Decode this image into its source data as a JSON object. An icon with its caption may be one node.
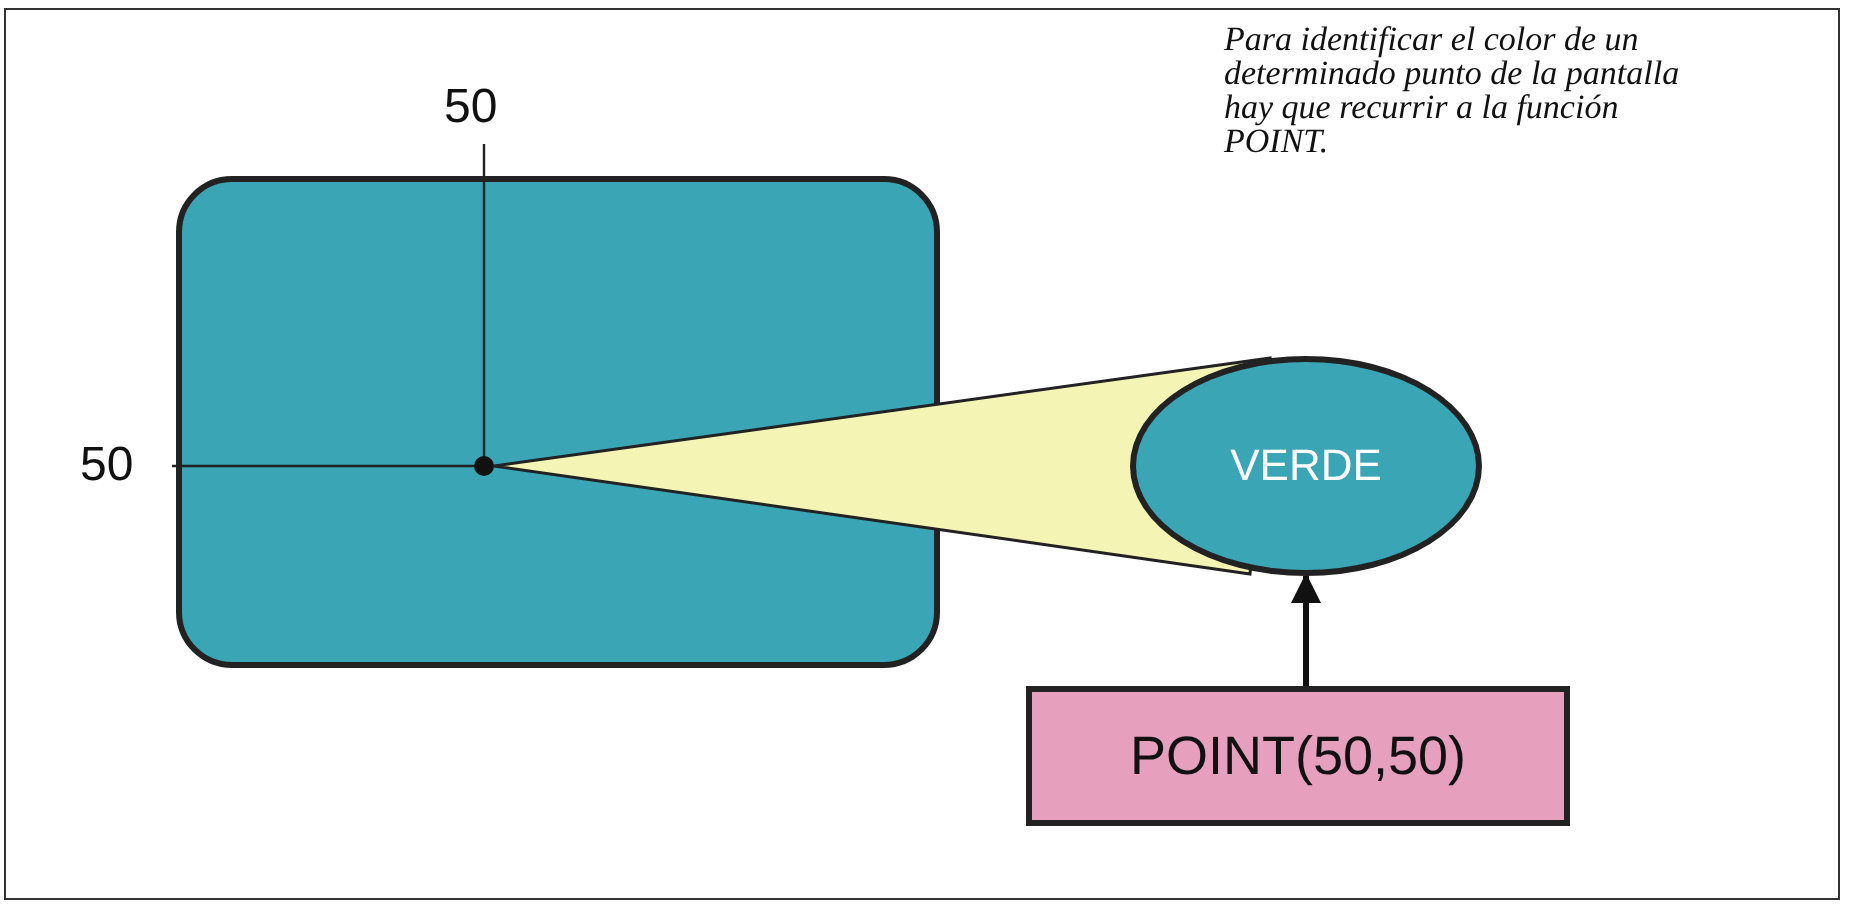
{
  "diagram": {
    "nodes": [
      {
        "text": [],
        "shape": "box"
      },
      {
        "text": [],
        "shape": "circle",
        "in": 0
      },
      {
        "text": [
          "VERDE"
        ]
      },
      {
        "text": [
          "POINT(50,50)"
        ]
      }
    ],
    "edges": [
      {
        "from": 1,
        "to": 2,
        "arrow": "none"
      },
      {
        "from": 3,
        "to": 2,
        "arrow": "to"
      }
    ],
    "labels": [
      "50",
      "50",
      "Para identificar el color de un determinado punto de la pantalla hay que recurrir a la función POINT."
    ]
  }
}
